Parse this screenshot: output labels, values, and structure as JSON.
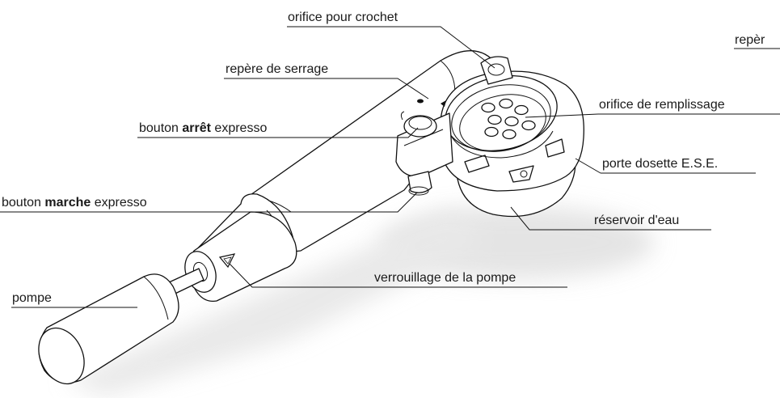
{
  "labels": {
    "orifice_crochet": "orifice pour crochet",
    "repere_cut": "repèr",
    "repere_serrage": "repère de serrage",
    "orifice_remplissage": "orifice de remplissage",
    "bouton_arret_pre": "bouton ",
    "bouton_arret_bold": "arrêt",
    "bouton_arret_post": " expresso",
    "porte_dosette": "porte dosette E.S.E.",
    "bouton_marche_pre": "bouton ",
    "bouton_marche_bold": "marche",
    "bouton_marche_post": " expresso",
    "reservoir": "réservoir d'eau",
    "verrouillage": "verrouillage de la pompe",
    "pompe": "pompe"
  },
  "colors": {
    "ink": "#111111",
    "shadow": "#d6d6d6",
    "background": "#ffffff"
  }
}
